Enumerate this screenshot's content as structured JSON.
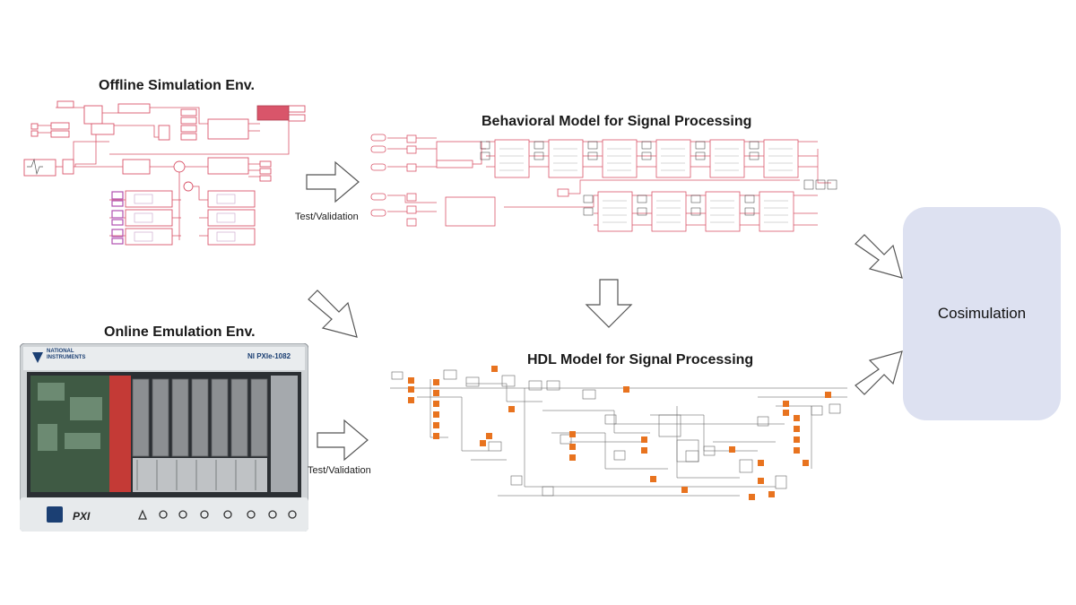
{
  "offline": {
    "title": "Offline Simulation Env."
  },
  "behavioral": {
    "title": "Behavioral Model for Signal Processing"
  },
  "online": {
    "title": "Online Emulation Env.",
    "brand_line1": "NATIONAL",
    "brand_line2": "INSTRUMENTS",
    "model": "NI PXIe-1082",
    "pxi_logo": "PXI"
  },
  "hdl": {
    "title": "HDL Model for Signal Processing"
  },
  "cosimulation": {
    "label": "Cosimulation"
  },
  "arrows": {
    "offline_to_behavioral_label": "Test/Validation",
    "online_to_hdl_label": "Test/Validation"
  },
  "colors": {
    "simulink_block": "#d9556a",
    "hdl_block": "#e8731f",
    "cosim_bg": "#dde1f1",
    "arrow_outline": "#555555"
  }
}
